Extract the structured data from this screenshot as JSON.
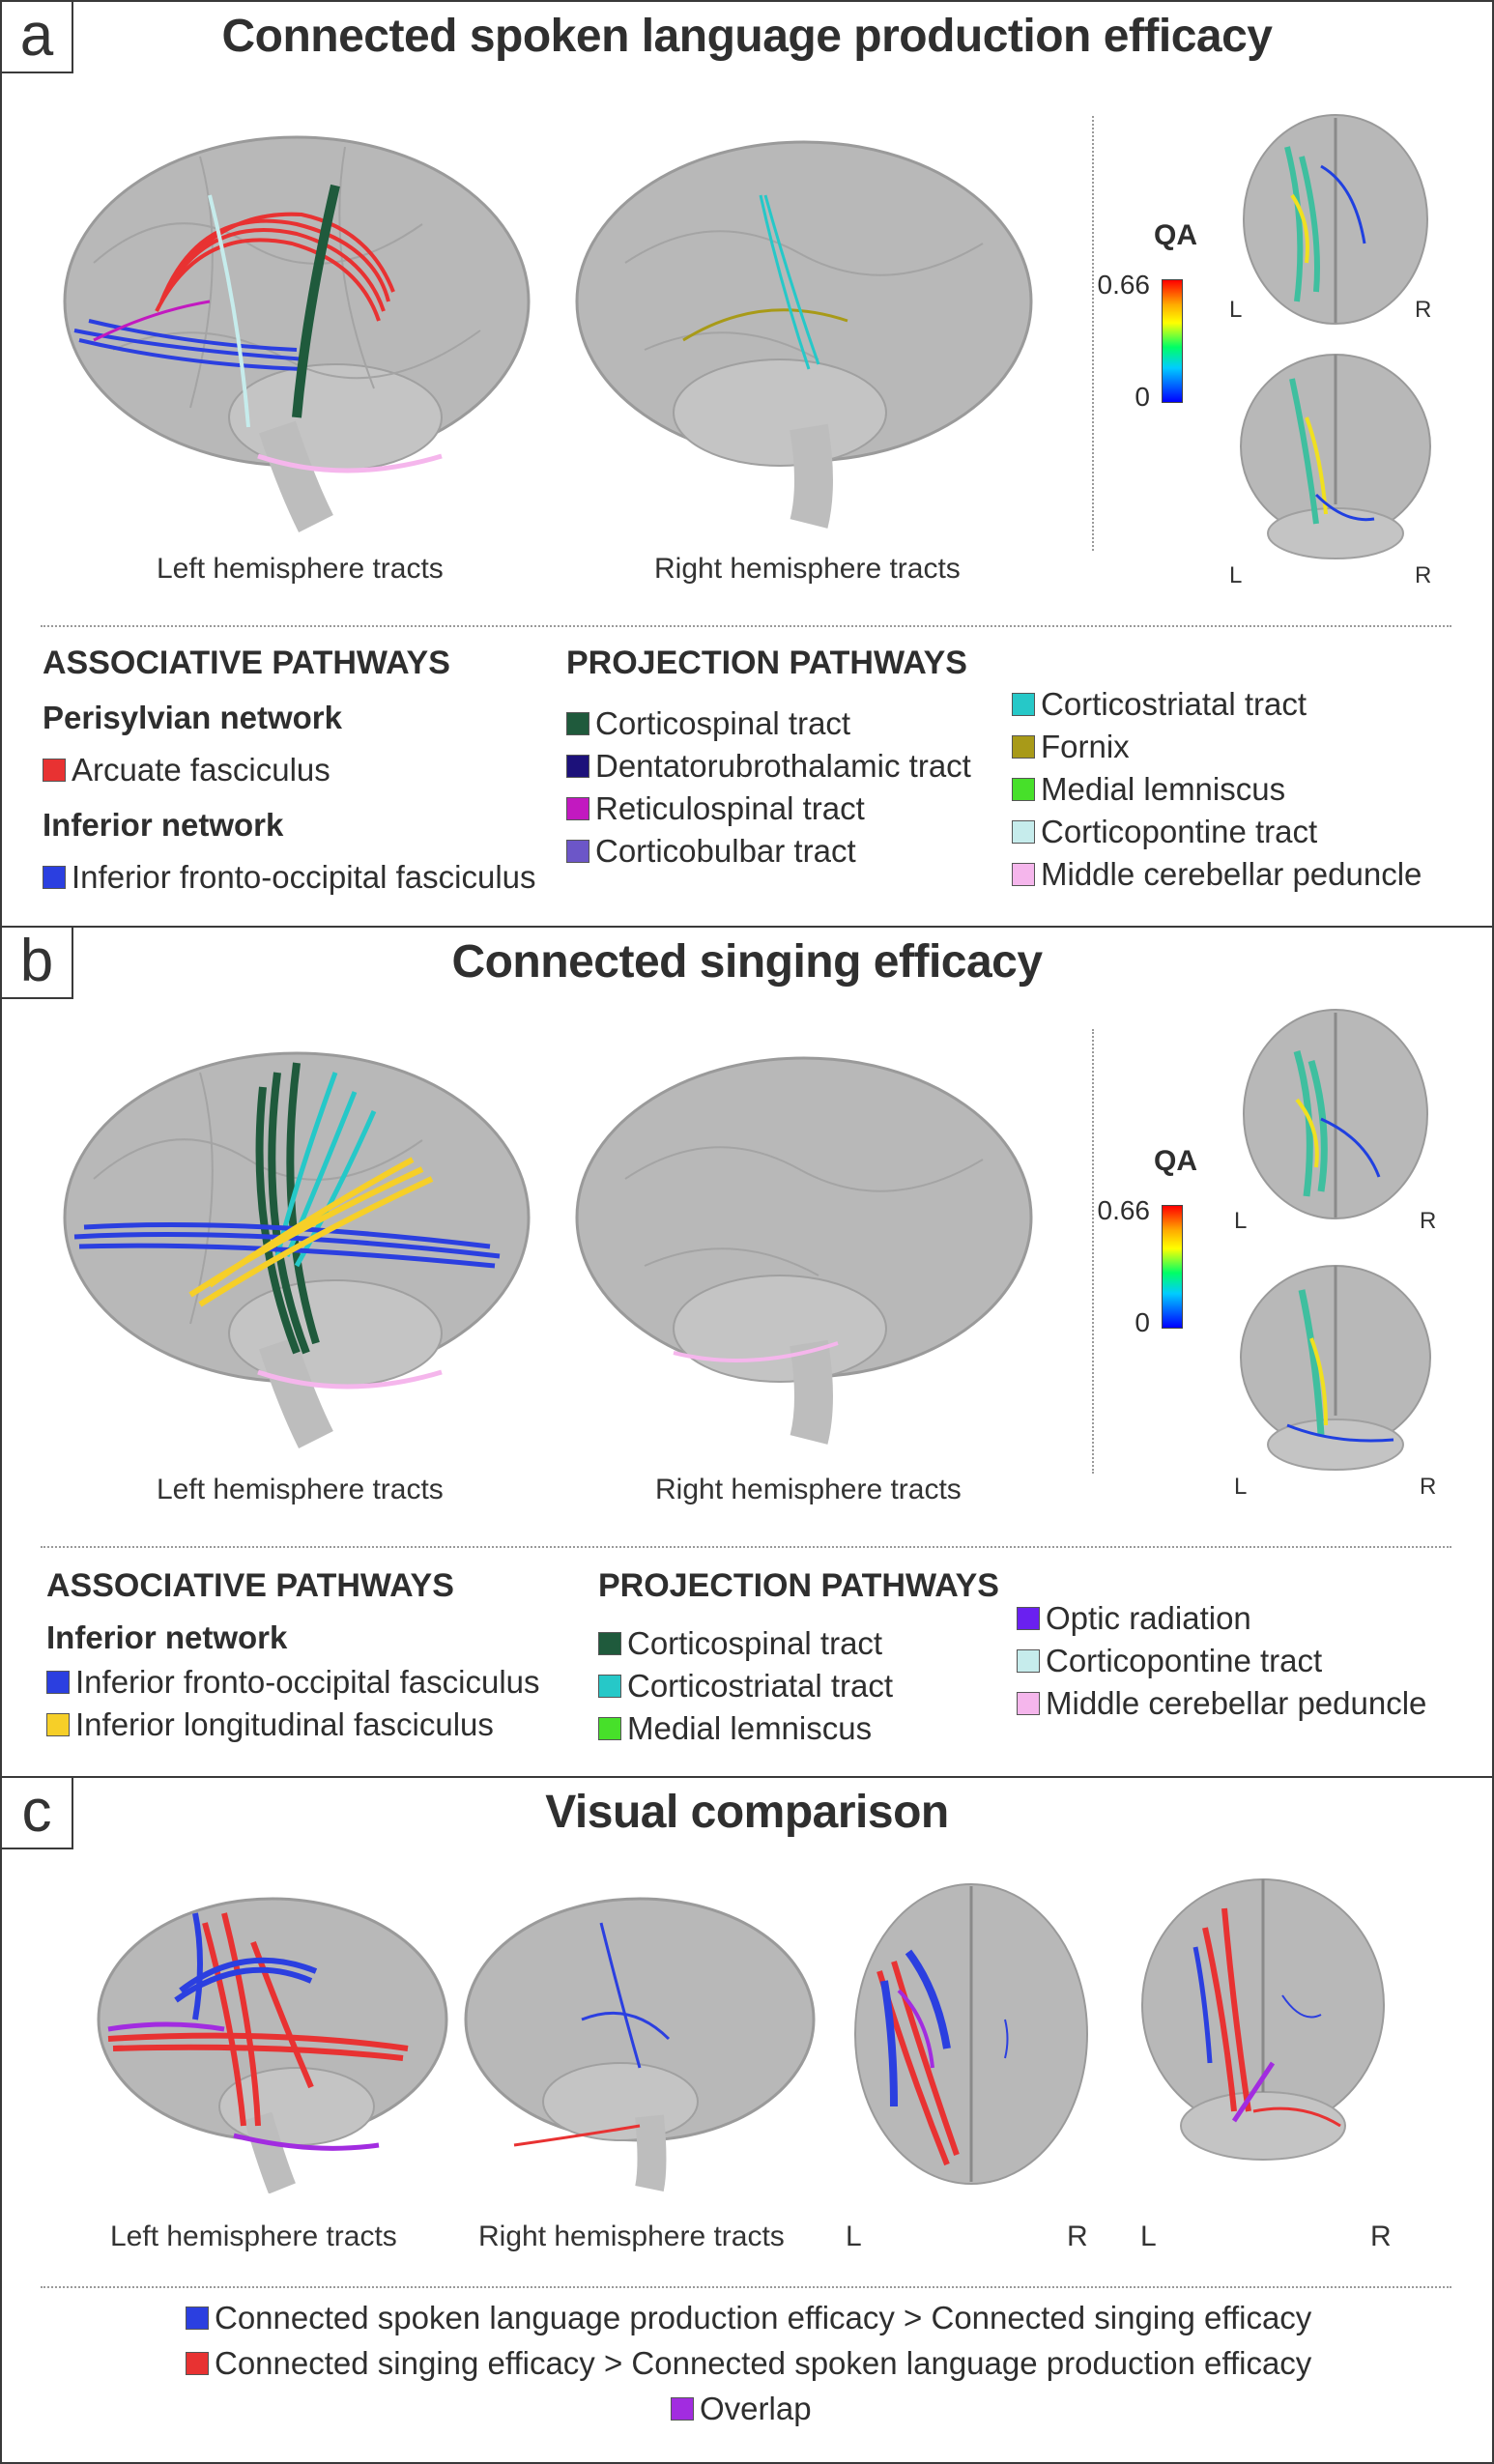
{
  "panel_a": {
    "letter": "a",
    "title": "Connected spoken language production efficacy",
    "left_label": "Left hemisphere tracts",
    "right_label": "Right hemisphere tracts",
    "qa": {
      "title": "QA",
      "max": "0.66",
      "min": "0"
    },
    "lr": {
      "l": "L",
      "r": "R"
    },
    "associative": {
      "heading": "ASSOCIATIVE PATHWAYS",
      "groups": [
        {
          "name": "Perisylvian network",
          "items": [
            {
              "label": "Arcuate fasciculus",
              "color": "#e83232"
            }
          ]
        },
        {
          "name": "Inferior network",
          "items": [
            {
              "label": "Inferior fronto-occipital fasciculus",
              "color": "#2b3fe0"
            }
          ]
        }
      ]
    },
    "projection": {
      "heading": "PROJECTION PATHWAYS",
      "col1": [
        {
          "label": "Corticospinal tract",
          "color": "#1f5a3c"
        },
        {
          "label": "Dentatorubrothalamic tract",
          "color": "#1c117a"
        },
        {
          "label": "Reticulospinal tract",
          "color": "#c219c0"
        },
        {
          "label": "Corticobulbar tract",
          "color": "#6c56c8"
        }
      ],
      "col2": [
        {
          "label": "Corticostriatal tract",
          "color": "#26c8c8"
        },
        {
          "label": "Fornix",
          "color": "#a89a18"
        },
        {
          "label": "Medial lemniscus",
          "color": "#47e02a"
        },
        {
          "label": "Corticopontine tract",
          "color": "#c6ecec"
        },
        {
          "label": "Middle cerebellar peduncle",
          "color": "#f5b6ec"
        }
      ]
    }
  },
  "panel_b": {
    "letter": "b",
    "title": "Connected singing efficacy",
    "left_label": "Left hemisphere tracts",
    "right_label": "Right hemisphere tracts",
    "qa": {
      "title": "QA",
      "max": "0.66",
      "min": "0"
    },
    "lr": {
      "l": "L",
      "r": "R"
    },
    "associative": {
      "heading": "ASSOCIATIVE PATHWAYS",
      "groups": [
        {
          "name": "Inferior network",
          "items": [
            {
              "label": "Inferior fronto-occipital fasciculus",
              "color": "#2b3fe0"
            },
            {
              "label": "Inferior longitudinal fasciculus",
              "color": "#f6cf28"
            }
          ]
        }
      ]
    },
    "projection": {
      "heading": "PROJECTION PATHWAYS",
      "col1": [
        {
          "label": "Corticospinal tract",
          "color": "#1f5a3c"
        },
        {
          "label": "Corticostriatal tract",
          "color": "#26c8c8"
        },
        {
          "label": "Medial lemniscus",
          "color": "#47e02a"
        }
      ],
      "col2": [
        {
          "label": "Optic radiation",
          "color": "#6a20f0"
        },
        {
          "label": "Corticopontine tract",
          "color": "#c6ecec"
        },
        {
          "label": "Middle cerebellar peduncle",
          "color": "#f5b6ec"
        }
      ]
    }
  },
  "panel_c": {
    "letter": "c",
    "title": "Visual comparison",
    "left_label": "Left hemisphere tracts",
    "right_label": "Right hemisphere tracts",
    "lr": {
      "l": "L",
      "r": "R"
    },
    "legend": [
      {
        "label": "Connected spoken language production efficacy > Connected singing efficacy",
        "color": "#2b3fe0"
      },
      {
        "label": "Connected singing efficacy > Connected spoken language production efficacy",
        "color": "#e83232"
      },
      {
        "label": "Overlap",
        "color": "#a22ce0"
      }
    ]
  }
}
